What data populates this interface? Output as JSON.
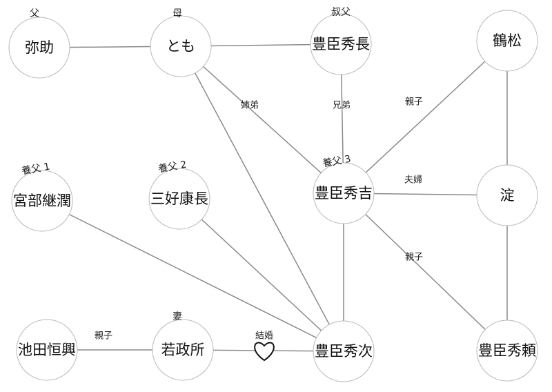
{
  "nodes": [
    {
      "id": "yasuke",
      "label": "弥助",
      "role": "父"
    },
    {
      "id": "tomo",
      "label": "とも",
      "role": "母"
    },
    {
      "id": "hidenaga",
      "label": "豊臣秀長",
      "role": "叔父"
    },
    {
      "id": "tsurumatsu",
      "label": "鶴松",
      "role": ""
    },
    {
      "id": "miyabe",
      "label": "宮部継潤",
      "role": "養父 1"
    },
    {
      "id": "miyoshi",
      "label": "三好康長",
      "role": "養父 2"
    },
    {
      "id": "hideyoshi",
      "label": "豊臣秀吉",
      "role": "養父 3"
    },
    {
      "id": "yodo",
      "label": "淀",
      "role": ""
    },
    {
      "id": "ikeda",
      "label": "池田恒興",
      "role": ""
    },
    {
      "id": "wakamandokoro",
      "label": "若政所",
      "role": "妻"
    },
    {
      "id": "hidetsugu",
      "label": "豊臣秀次",
      "role": ""
    },
    {
      "id": "hideyori",
      "label": "豊臣秀頼",
      "role": ""
    }
  ],
  "edges": [
    {
      "from": "yasuke",
      "to": "tomo",
      "label": ""
    },
    {
      "from": "tomo",
      "to": "hidenaga",
      "label": ""
    },
    {
      "from": "tomo",
      "to": "hideyoshi",
      "label": "姉弟"
    },
    {
      "from": "tomo",
      "to": "hidetsugu",
      "label": ""
    },
    {
      "from": "hidenaga",
      "to": "hideyoshi",
      "label": "兄弟"
    },
    {
      "from": "tsurumatsu",
      "to": "hideyoshi",
      "label": "親子"
    },
    {
      "from": "tsurumatsu",
      "to": "yodo",
      "label": ""
    },
    {
      "from": "hideyoshi",
      "to": "yodo",
      "label": "夫婦"
    },
    {
      "from": "hideyoshi",
      "to": "hideyori",
      "label": "親子"
    },
    {
      "from": "hideyoshi",
      "to": "hidetsugu",
      "label": ""
    },
    {
      "from": "yodo",
      "to": "hideyori",
      "label": ""
    },
    {
      "from": "miyabe",
      "to": "hidetsugu",
      "label": ""
    },
    {
      "from": "miyoshi",
      "to": "hidetsugu",
      "label": ""
    },
    {
      "from": "ikeda",
      "to": "wakamandokoro",
      "label": "親子"
    },
    {
      "from": "wakamandokoro",
      "to": "hidetsugu",
      "label": "結婚",
      "marker": "heart-icon"
    }
  ]
}
